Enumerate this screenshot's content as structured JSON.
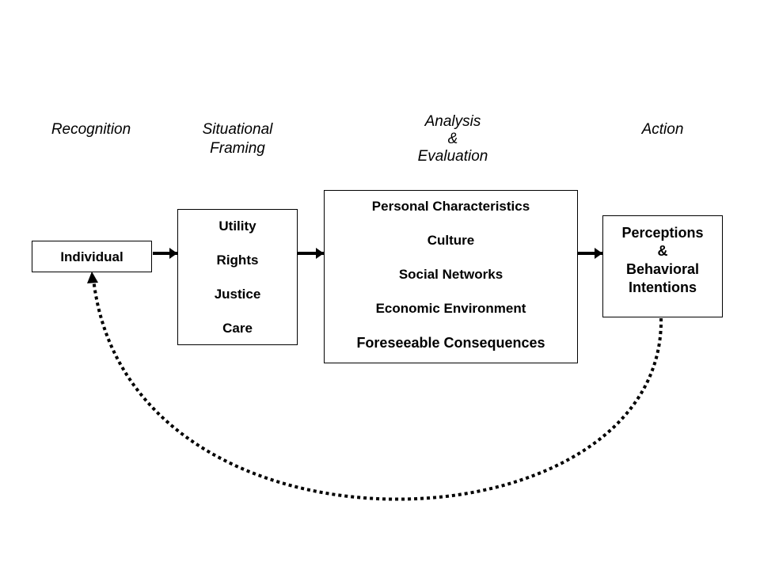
{
  "stages": {
    "recognition": [
      "Recognition"
    ],
    "framing": [
      "Situational",
      "Framing"
    ],
    "analysis": [
      "Analysis",
      "&",
      "Evaluation"
    ],
    "action": [
      "Action"
    ]
  },
  "boxes": {
    "individual": [
      "Individual"
    ],
    "framing": [
      "Utility",
      "Rights",
      "Justice",
      "Care"
    ],
    "analysis": [
      "Personal Characteristics",
      "Culture",
      "Social Networks",
      "Economic Environment",
      "Foreseeable Consequences"
    ],
    "action": [
      "Perceptions",
      "&",
      "Behavioral",
      "Intentions"
    ]
  },
  "colors": {
    "line": "#000000",
    "background": "#ffffff"
  }
}
